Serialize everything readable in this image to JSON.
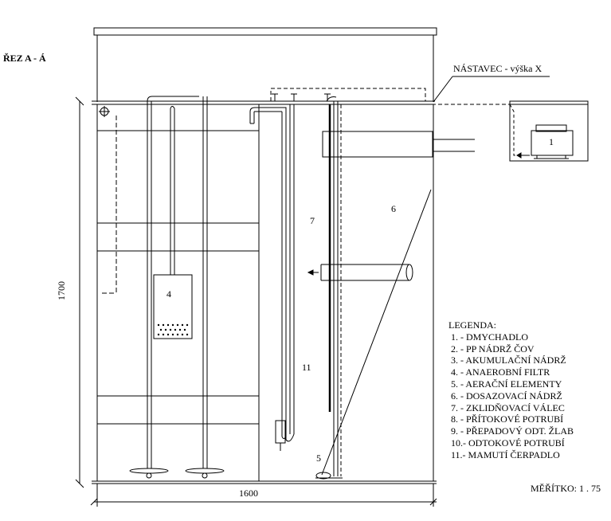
{
  "section_title": "ŘEZ  A - Á",
  "addon_label": "NÁSTAVEC - výška X",
  "dimensions": {
    "height": "1700",
    "width": "1600"
  },
  "scale": "MĚŘÍTKO: 1 . 75",
  "component_numbers": {
    "blower": "1",
    "anaerobic_filter": "4",
    "aeration_element": "5",
    "dosing_tank": "6",
    "settling_cylinder": "7",
    "airlift_pump": "11"
  },
  "legend": {
    "title": "LEGENDA:",
    "items": [
      "1. - DMYCHADLO",
      "2. - PP NÁDRŽ ČOV",
      "3. - AKUMULAČNÍ NÁDRŽ",
      "4. - ANAEROBNÍ FILTR",
      "5. - AERAČNÍ ELEMENTY",
      "6. - DOSAZOVACÍ NÁDRŽ",
      "7. - ZKLIDŇOVACÍ VÁLEC",
      "8. - PŘÍTOKOVÉ POTRUBÍ",
      "9. - PŘEPADOVÝ ODT. ŽLAB",
      "10.- ODTOKOVÉ POTRUBÍ",
      "11.- MAMUTÍ ČERPADLO"
    ]
  },
  "colors": {
    "line": "#000000",
    "background": "#ffffff"
  }
}
